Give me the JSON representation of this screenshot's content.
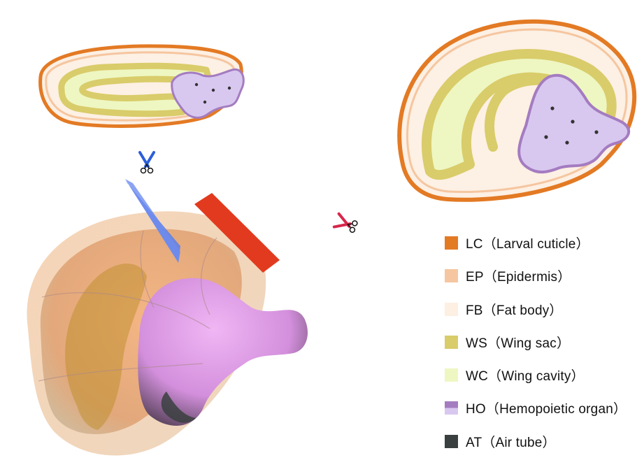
{
  "legend": [
    {
      "code": "LC",
      "label": "LC（Larval cuticle）",
      "color": "#e37a24",
      "color2": "#e37a24"
    },
    {
      "code": "EP",
      "label": "EP（Epidermis）",
      "color": "#f5c6a0",
      "color2": "#f5c6a0"
    },
    {
      "code": "FB",
      "label": "FB（Fat body）",
      "color": "#fdefe2",
      "color2": "#fdefe2"
    },
    {
      "code": "WS",
      "label": "WS（Wing sac）",
      "color": "#d9cc6a",
      "color2": "#d9cc6a"
    },
    {
      "code": "WC",
      "label": "WC（Wing cavity）",
      "color": "#eef7c2",
      "color2": "#eef7c2"
    },
    {
      "code": "HO",
      "label": "HO（Hemopoietic organ）",
      "color": "#a47cc0",
      "color2": "#d8c8f0"
    },
    {
      "code": "AT",
      "label": "AT（Air tube）",
      "color": "#3a3f3f",
      "color2": "#3a3f3f"
    }
  ],
  "icons": {
    "blue_scissors": {
      "name": "scissors-icon",
      "color": "#2b5fd9"
    },
    "red_scissors": {
      "name": "scissors-icon",
      "color": "#d8264a"
    }
  }
}
